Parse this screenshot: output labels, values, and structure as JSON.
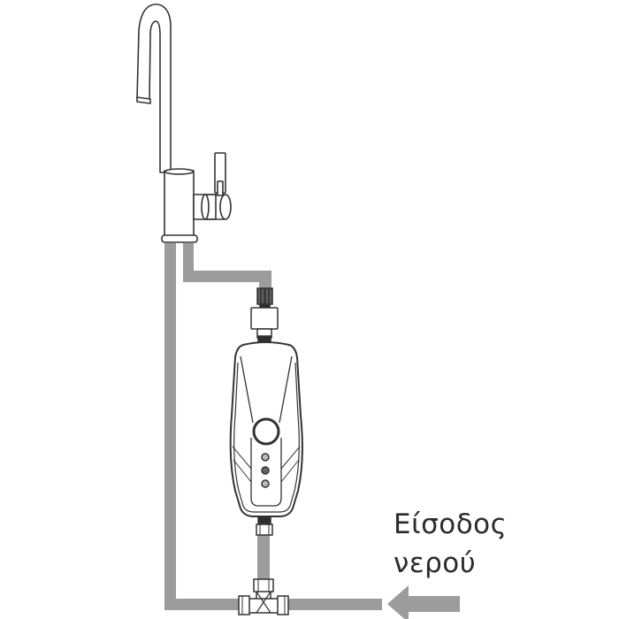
{
  "diagram": {
    "title": "Instantaneous water heater installation under faucet",
    "inlet_label": {
      "line1": "Είσοδος",
      "line2": "νερού"
    },
    "components": {
      "faucet": "kitchen-faucet",
      "heater": "instant-water-heater",
      "heater_controls": [
        "power-dial",
        "button-1",
        "button-2",
        "button-3"
      ],
      "tee_fitting": "tee-connector",
      "filter": "inline-filter",
      "inlet_arrow": "arrow-left-icon"
    },
    "colors": {
      "pipe": "#9c9c9c",
      "outline": "#333333",
      "fitting_dark": "#3a3a3a",
      "text": "#2b2b2b",
      "background": "#ffffff"
    }
  }
}
